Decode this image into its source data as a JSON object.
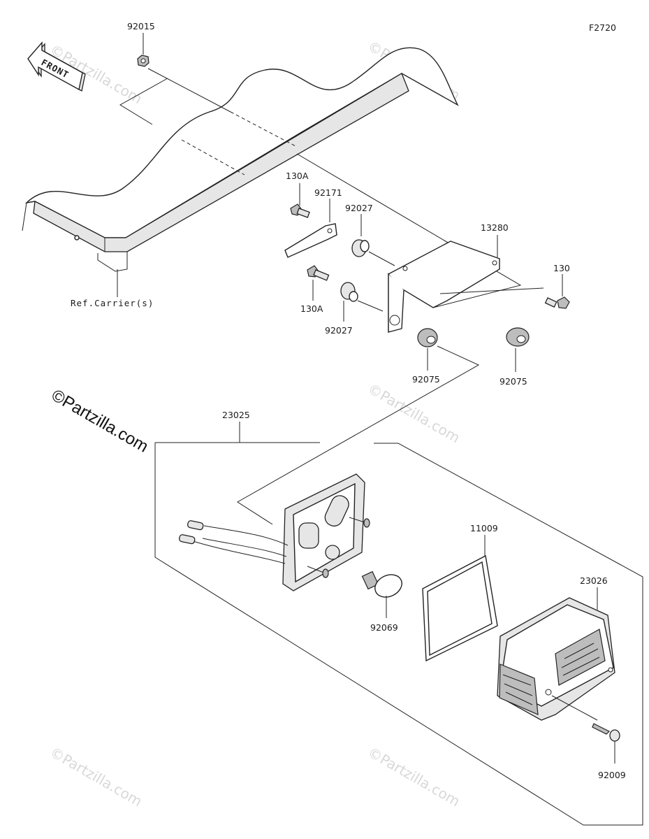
{
  "diagram": {
    "code": "F2720",
    "front_label": "FRONT",
    "ref_label": "Ref.Carrier(s)",
    "brand_mark": "©Partzilla.com",
    "watermark": "©Partzilla.com"
  },
  "callouts": {
    "p92015": "92015",
    "p130A_top": "130A",
    "p92171": "92171",
    "p92027_top": "92027",
    "p13280": "13280",
    "p130": "130",
    "p130A_bottom": "130A",
    "p92027_bottom": "92027",
    "p92075_left": "92075",
    "p92075_right": "92075",
    "p23025": "23025",
    "p11009": "11009",
    "p92069": "92069",
    "p23026": "23026",
    "p92009": "92009"
  },
  "colors": {
    "line": "#222222",
    "watermark": "#d8d8d8"
  }
}
